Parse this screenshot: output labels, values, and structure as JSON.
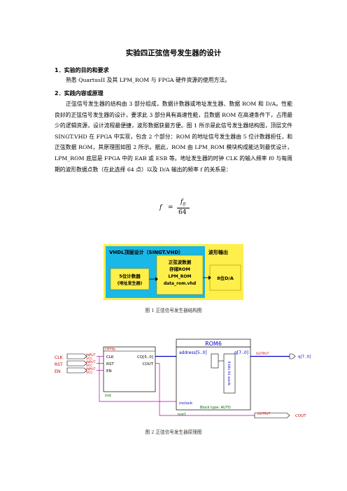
{
  "doc": {
    "title": "实验四正弦信号发生器的设计",
    "sec1": {
      "heading": "1．实验的目的和要求",
      "body": "熟悉 QuartusII 及其 LPM_ROM 与 FPGA 硬件资源的使用方法。"
    },
    "sec2": {
      "heading": "2．实践内容或原理",
      "body": "正弦信号发生器的结构由 3 部分组成，数据计数器或地址发生器、数据 ROM 和 D/A。性能良好的正弦信号发生器的设计，要求此 3 部分具有高速性能，且数据 ROM 在高速条件下，占用最少的逻辑资源，设计流程最便捷，波形数据获最方便。图 1 所示是此信号发生器结构图，顶层文件 SINGT.VHD 在 FPGA 中实现，包含 2 个部分：ROM 的地址信号发生器由 5 位计数器担任，和正弦数据 ROM，其原理图如图 2 所示。据此，ROM 由 LPM_ROM 模块构成能达到最优设计，LPM_ROM 底层是 FPGA 中的 EAB 或 ESB 等。地址发生器的时钟 CLK 的输入频率 f0 与每周期的波形数据点数（在此选择 64 点）以及 D/A 输出的频率 f 的关系是："
    },
    "formula": {
      "lhs": "f",
      "eq": "=",
      "num": "f",
      "num_sub": "0",
      "den": "64"
    }
  },
  "fig1": {
    "top_title": "VHDL顶层设计（SINGT.VHD）",
    "wave_label": "波形输出",
    "counter_line1": "5位计数器",
    "counter_line2": "(地址发生器)",
    "rom_line1": "正弦波数据",
    "rom_line2": "存储ROM",
    "rom_line3": "LPM_ROM",
    "rom_line4": "data_rom.vhd",
    "da_label": "8位D/A",
    "caption": "图 1   正弦信号发生器结构图",
    "colors": {
      "outer": "#ffef4a",
      "inner": "#19b8e6",
      "boxes": "#ffef4a",
      "text": "#000000"
    }
  },
  "fig2": {
    "inputs": [
      {
        "name": "CLK",
        "type": "INPUT",
        "vcc": "VCC"
      },
      {
        "name": "RST",
        "type": "INPUT",
        "vcc": "VCC"
      },
      {
        "name": "EN",
        "type": "INPUT",
        "vcc": "VCC"
      }
    ],
    "counter": {
      "title": "CNT6b",
      "p_clk": "CLK",
      "p_rst": "RST",
      "p_en": "EN",
      "p_q": "CQ[5..0]",
      "p_cout": "COUT",
      "inst": "inst"
    },
    "rom": {
      "title": "ROM6",
      "address": "address[5..0]",
      "q": "q[7..0]",
      "inclock": "inclock",
      "mem": "8 bits\n64 words",
      "block": "Block type: AUTO",
      "inst": "inst1"
    },
    "outputs": [
      {
        "name": "q[7..0]",
        "type": "OUTPUT"
      },
      {
        "name": "COUT",
        "type": "OUTPUT"
      }
    ],
    "caption": "图 2    正弦信号发生器原理图",
    "colors": {
      "wire": "#b000b0",
      "label": "#cc0000",
      "blue": "#0000cc",
      "green": "#006600"
    }
  }
}
